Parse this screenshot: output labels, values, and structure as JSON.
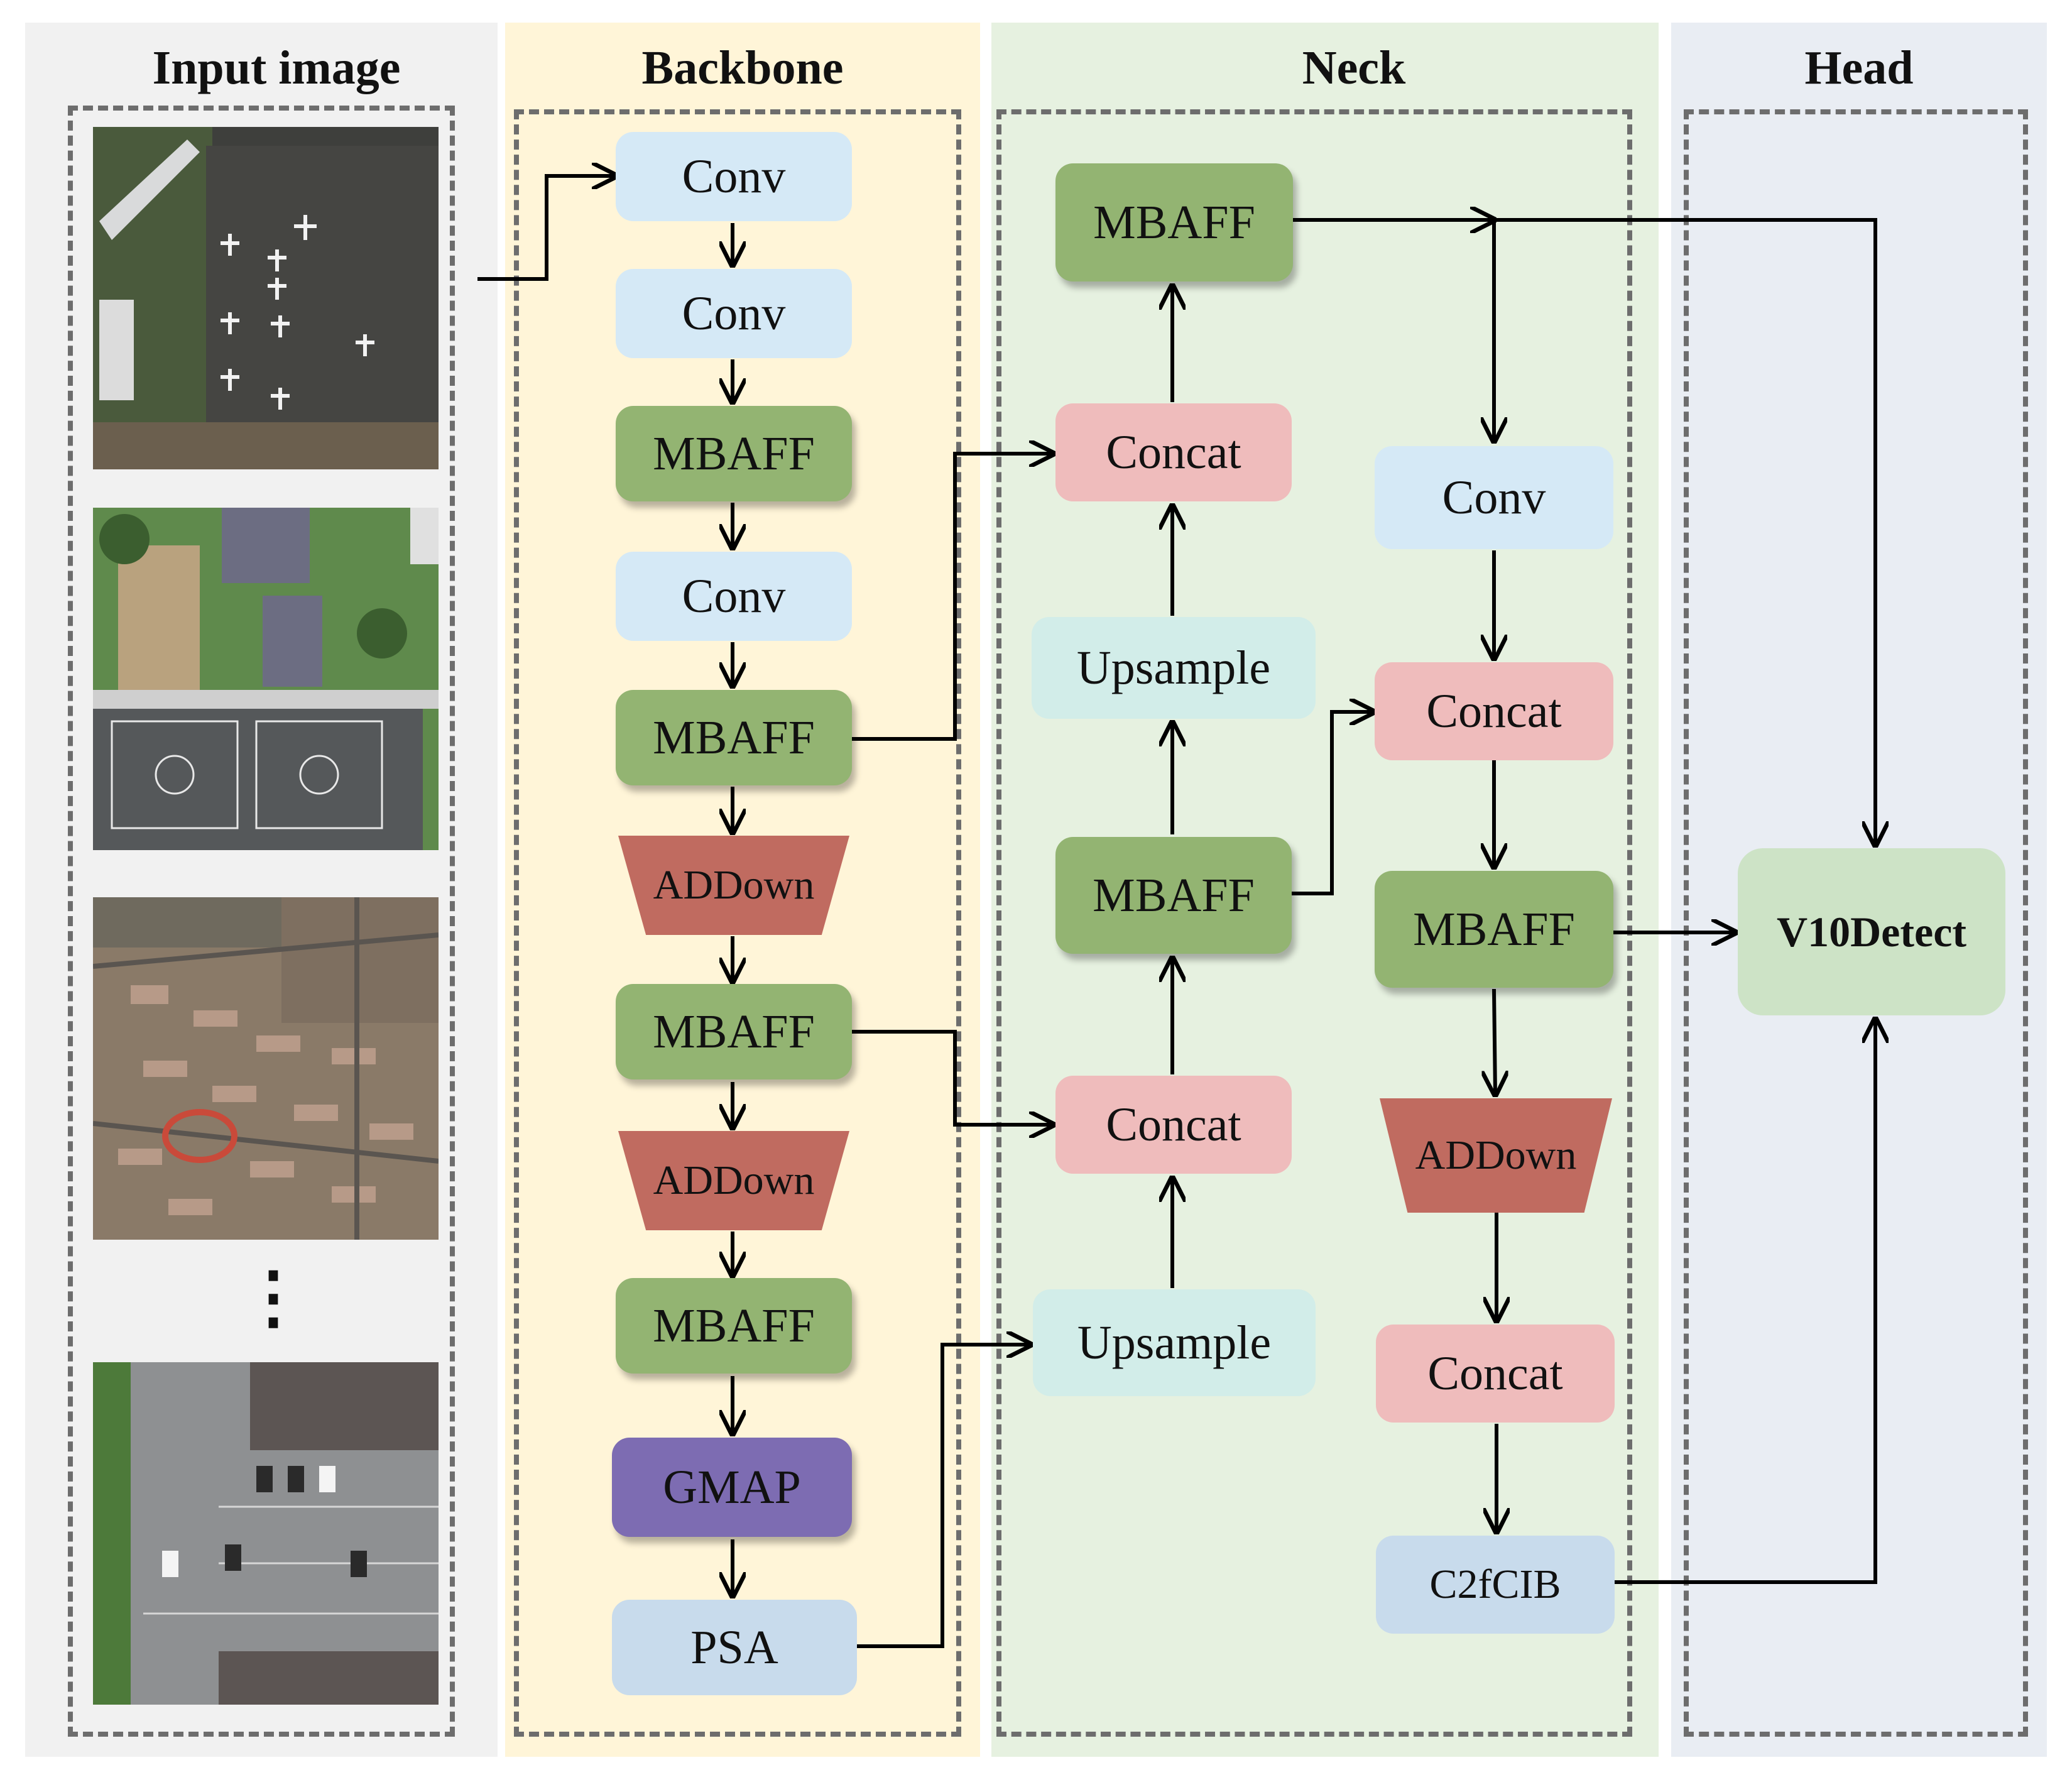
{
  "colors": {
    "input_bg": "#f1f1f1",
    "backbone_bg": "#fff5d8",
    "neck_bg": "#e6f1e0",
    "head_bg": "#e9edf3",
    "conv": "#d5e9f6",
    "mbaff": "#93b472",
    "concat": "#efbcbc",
    "upsample": "#d2ede9",
    "addown": "#c06b60",
    "gmap": "#7d6cb2",
    "psa": "#c8dbec",
    "c2fcib": "#c8dbec",
    "detect": "#cde3c6"
  },
  "panels": {
    "input": "Input image",
    "backbone": "Backbone",
    "neck": "Neck",
    "head": "Head"
  },
  "ellipsis": "⋮",
  "backbone": {
    "b1": "Conv",
    "b2": "Conv",
    "b3": "MBAFF",
    "b4": "Conv",
    "b5": "MBAFF",
    "b6": "ADDown",
    "b7": "MBAFF",
    "b8": "ADDown",
    "b9": "MBAFF",
    "b10": "GMAP",
    "b11": "PSA"
  },
  "neck": {
    "n1": "MBAFF",
    "n2": "Concat",
    "n3": "Upsample",
    "n4": "MBAFF",
    "n5": "Concat",
    "n6": "Upsample",
    "r1": "Conv",
    "r2": "Concat",
    "r3": "MBAFF",
    "r4": "ADDown",
    "r5": "Concat",
    "r6": "C2fCIB"
  },
  "head": {
    "detect": "V10Detect"
  }
}
